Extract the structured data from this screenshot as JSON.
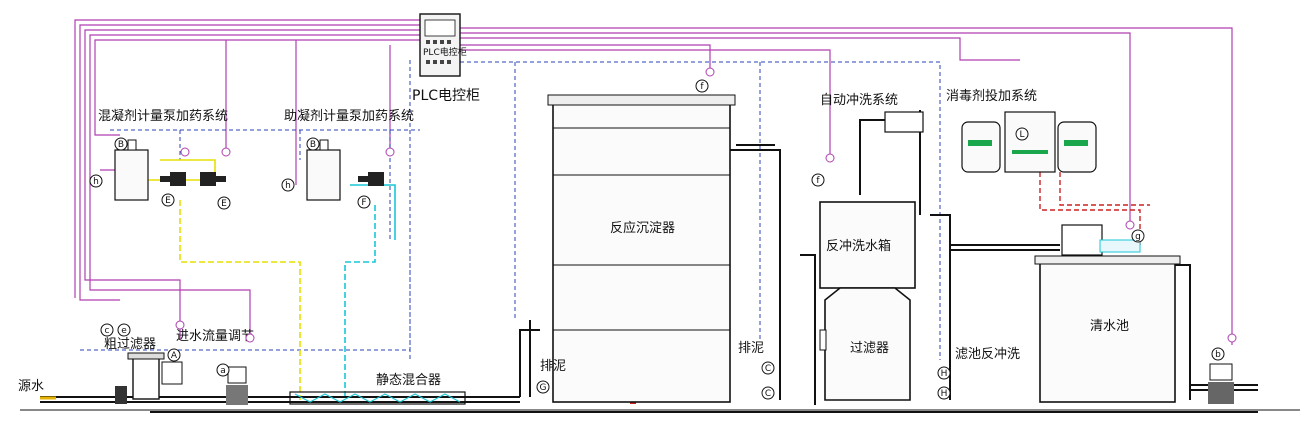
{
  "labels": {
    "plc": "PLC电控柜",
    "plc_panel": "PLC电控柜",
    "coag": "混凝剂计量泵加药系统",
    "floc": "助凝剂计量泵加药系统",
    "auto_flush": "自动冲洗系统",
    "disinfect": "消毒剂投加系统",
    "reactor": "反应沉淀器",
    "backwash_tank": "反冲洗水箱",
    "filter": "过滤器",
    "clear_pool": "清水池",
    "source": "源水",
    "coarse_filter": "粗过滤器",
    "inflow_adjust": "进水流量调节",
    "static_mixer": "静态混合器",
    "sludge1": "排泥",
    "sludge2": "排泥",
    "pool_backwash": "滤池反冲洗"
  },
  "markers": {
    "A": "A",
    "B1": "B",
    "B2": "B",
    "C1": "C",
    "C2": "C",
    "E1": "E",
    "E2": "E",
    "F": "F",
    "G": "G",
    "H1": "H",
    "H2": "H",
    "L": "L",
    "a": "a",
    "b": "b",
    "c": "c",
    "e": "e",
    "f1": "f",
    "f2": "f",
    "g": "g",
    "h1": "h",
    "h2": "h"
  },
  "colors": {
    "signal": "#b03fb0",
    "pipe": "#111111",
    "yellow_line": "#e6e000",
    "cyan_line": "#19c7d6",
    "blue_line": "#2b43b8",
    "red_line": "#cc2222",
    "green_text": "#1aa64a"
  }
}
